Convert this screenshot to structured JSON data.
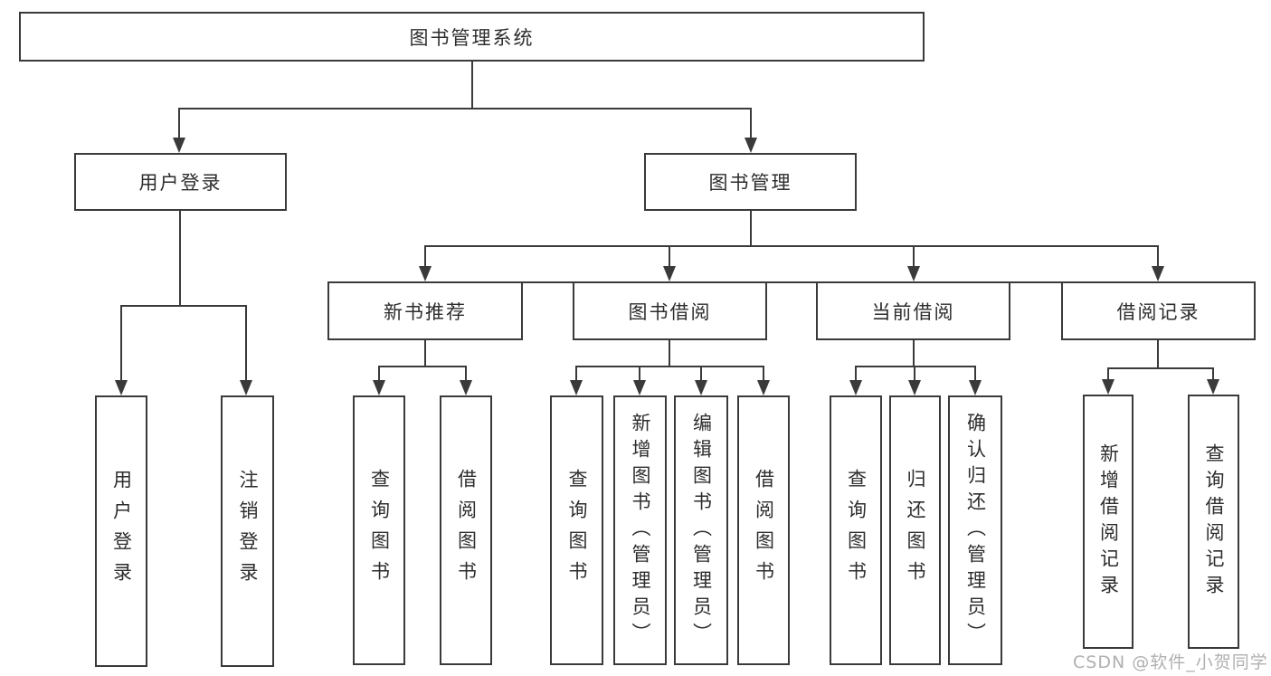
{
  "tree": {
    "label": "图书管理系统",
    "children": [
      {
        "label": "用户登录",
        "children": [
          {
            "label": "用户登录"
          },
          {
            "label": "注销登录"
          }
        ]
      },
      {
        "label": "图书管理",
        "children": [
          {
            "label": "新书推荐",
            "children": [
              {
                "label": "查询图书"
              },
              {
                "label": "借阅图书"
              }
            ]
          },
          {
            "label": "图书借阅",
            "children": [
              {
                "label": "查询图书"
              },
              {
                "label": "新增图书（管理员）"
              },
              {
                "label": "编辑图书（管理员）"
              },
              {
                "label": "借阅图书"
              }
            ]
          },
          {
            "label": "当前借阅",
            "children": [
              {
                "label": "查询图书"
              },
              {
                "label": "归还图书"
              },
              {
                "label": "确认归还（管理员）"
              }
            ]
          },
          {
            "label": "借阅记录",
            "children": [
              {
                "label": "新增借阅记录"
              },
              {
                "label": "查询借阅记录"
              }
            ]
          }
        ]
      }
    ]
  },
  "watermark": "CSDN @软件_小贺同学",
  "colors": {
    "line": "#3a3a3a",
    "text": "#2d2d2d",
    "watermark_text": "#b0b0b0",
    "background": "#ffffff"
  }
}
